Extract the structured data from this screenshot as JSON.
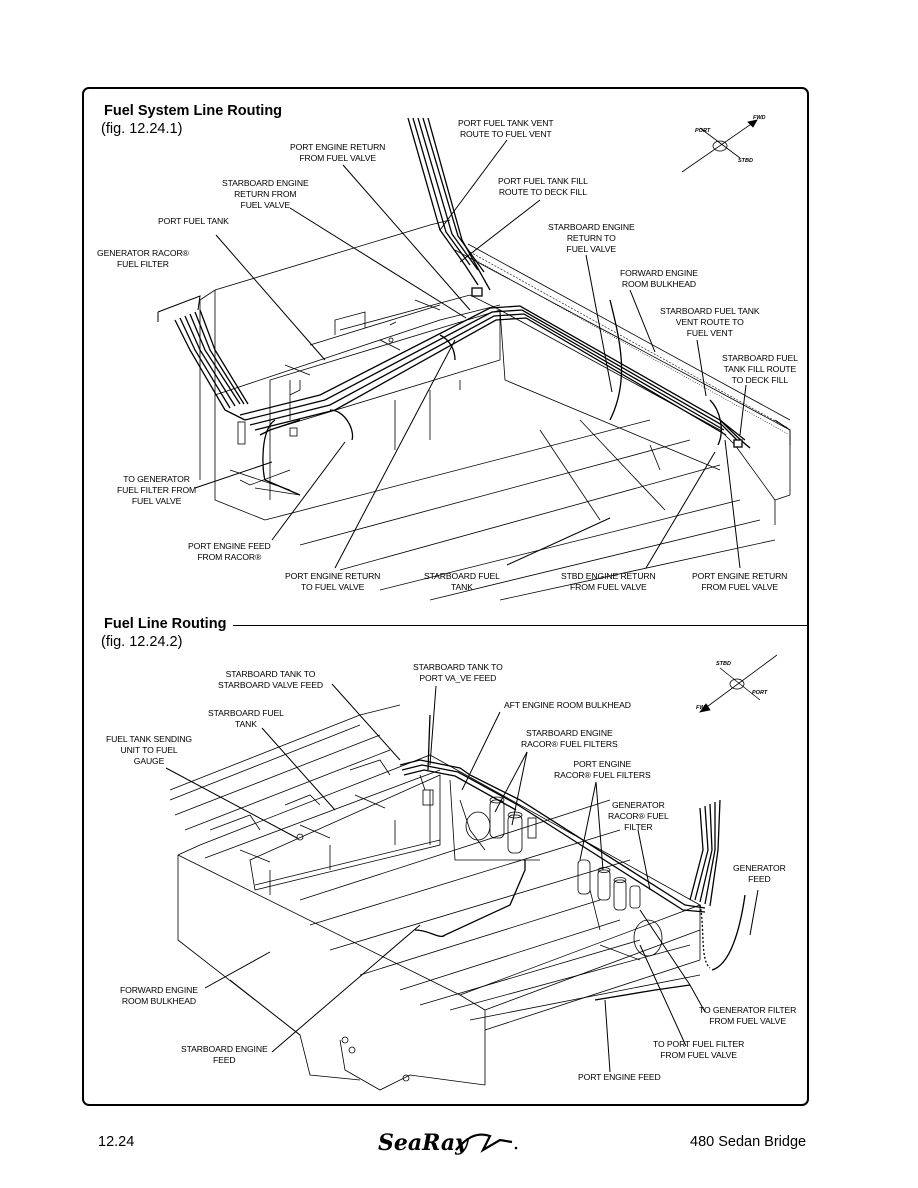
{
  "fig1": {
    "title": "Fuel System Line Routing",
    "figref": "(fig. 12.24.1)",
    "compass": {
      "fwd": "FWD",
      "port": "PORT",
      "stbd": "STBD"
    },
    "labels": {
      "port_engine_return_from_valve": "PORT ENGINE RETURN\nFROM FUEL VALVE",
      "port_tank_vent": "PORT FUEL TANK VENT\nROUTE TO FUEL VENT",
      "stbd_engine_return_from_valve": "STARBOARD ENGINE\nRETURN FROM\nFUEL VALVE",
      "port_tank_fill": "PORT FUEL TANK FILL\nROUTE TO DECK FILL",
      "port_fuel_tank": "PORT FUEL TANK",
      "stbd_engine_return_to_valve": "STARBOARD ENGINE\nRETURN TO\nFUEL VALVE",
      "generator_racor": "GENERATOR RACOR®\nFUEL FILTER",
      "forward_bulkhead": "FORWARD ENGINE\nROOM BULKHEAD",
      "stbd_tank_vent": "STARBOARD FUEL TANK\nVENT ROUTE TO\nFUEL VENT",
      "stbd_tank_fill": "STARBOARD FUEL\nTANK FILL ROUTE\nTO DECK FILL",
      "to_generator_filter": "TO GENERATOR\nFUEL FILTER FROM\nFUEL VALVE",
      "port_engine_feed_racor": "PORT ENGINE FEED\nFROM RACOR®",
      "port_engine_return_to_valve": "PORT ENGINE RETURN\nTO FUEL VALVE",
      "stbd_fuel_tank": "STARBOARD FUEL\nTANK",
      "stbd_engine_return_from_valve_2": "STBD ENGINE RETURN\nFROM FUEL VALVE",
      "port_engine_return_from_valve_2": "PORT ENGINE RETURN\nFROM FUEL VALVE"
    }
  },
  "fig2": {
    "title": "Fuel Line Routing",
    "figref": "(fig. 12.24.2)",
    "compass": {
      "fwd": "FWD",
      "port": "PORT",
      "stbd": "STBD"
    },
    "labels": {
      "stbd_tank_to_valve": "STARBOARD TANK TO\nSTARBOARD VALVE FEED",
      "stbd_tank_to_port_valve": "STARBOARD TANK TO\nPORT VA_VE FEED",
      "stbd_fuel_tank": "STARBOARD FUEL\nTANK",
      "aft_bulkhead": "AFT ENGINE ROOM BULKHEAD",
      "sending_unit": "FUEL TANK SENDING\nUNIT TO FUEL\nGAUGE",
      "stbd_racor": "STARBOARD ENGINE\nRACOR® FUEL FILTERS",
      "port_racor": "PORT ENGINE\nRACOR® FUEL FILTERS",
      "gen_racor": "GENERATOR\nRACOR® FUEL\nFILTER",
      "generator_feed": "GENERATOR\nFEED",
      "forward_bulkhead": "FORWARD ENGINE\nROOM BULKHEAD",
      "to_gen_filter": "TO GENERATOR FILTER\nFROM FUEL VALVE",
      "to_port_filter": "TO PORT FUEL FILTER\nFROM FUEL VALVE",
      "stbd_engine_feed": "STARBOARD ENGINE\nFEED",
      "port_engine_feed": "PORT ENGINE FEED"
    }
  },
  "footer": {
    "page_number": "12.24",
    "brand": "Sea Ray",
    "model": "480 Sedan Bridge"
  }
}
